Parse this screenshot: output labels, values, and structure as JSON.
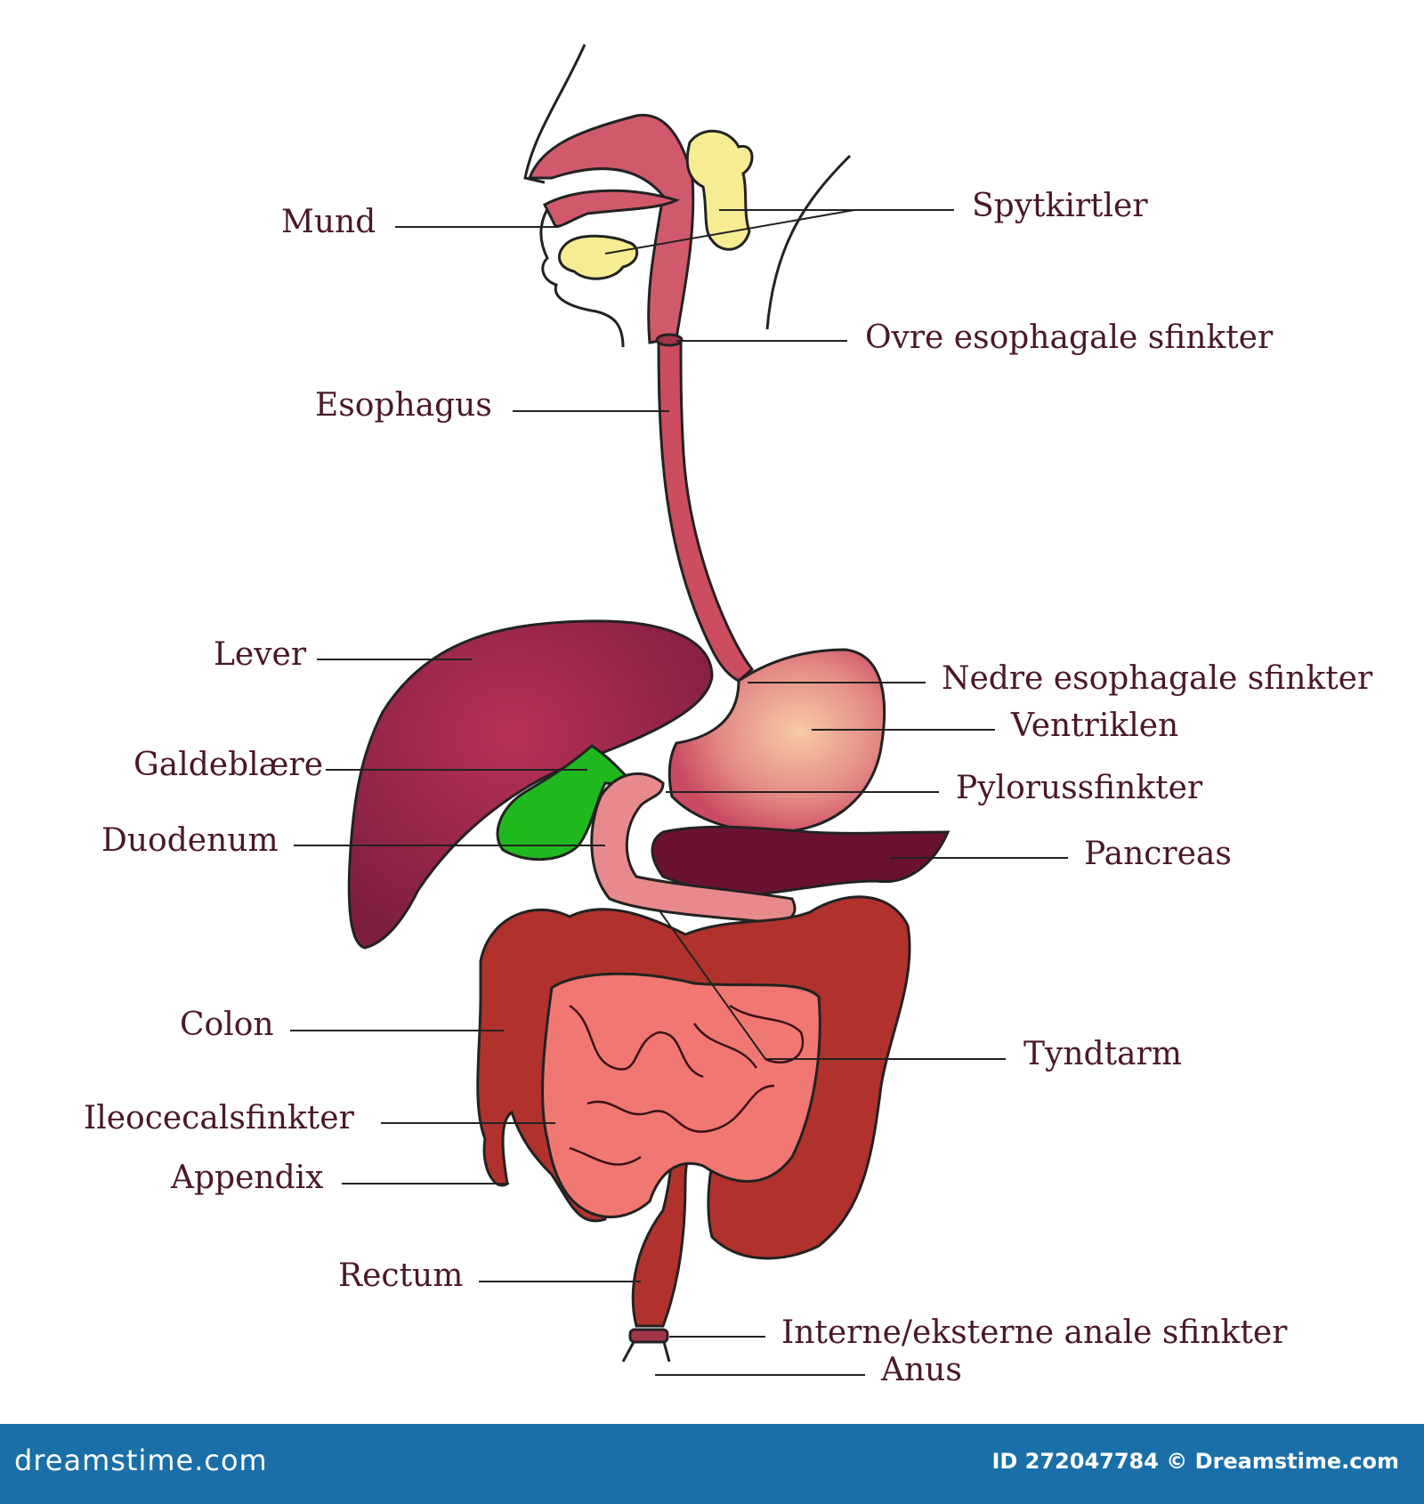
{
  "labels": {
    "mund": "Mund",
    "spytkirtler": "Spytkirtler",
    "ovre": "Ovre esophagale sfinkter",
    "esophagus": "Esophagus",
    "lever": "Lever",
    "nedre": "Nedre esophagale sfinkter",
    "ventriklen": "Ventriklen",
    "galdeblaere": "Galdeblære",
    "pylorus": "Pylorussfinkter",
    "duodenum": "Duodenum",
    "pancreas": "Pancreas",
    "colon": "Colon",
    "tyndtarm": "Tyndtarm",
    "ileocecal": "Ileocecalsfinkter",
    "appendix": "Appendix",
    "rectum": "Rectum",
    "anal": "Interne/eksterne anale sfinkter",
    "anus": "Anus"
  },
  "footer": {
    "brand": "dreamstime.com",
    "id": "ID 272047784 © Dreamstime.com"
  },
  "colors": {
    "label_text": "#4a1826",
    "leader_line": "#222222",
    "liver": "#9b2c4c",
    "stomach": "#e9a091",
    "gallbladder": "#1fb81f",
    "pancreas": "#6b1233",
    "colon": "#b1322d",
    "small_intestine": "#f17772",
    "esophagus": "#cc4d5f",
    "salivary": "#f6ec92",
    "footer": "#1a6fa8"
  }
}
